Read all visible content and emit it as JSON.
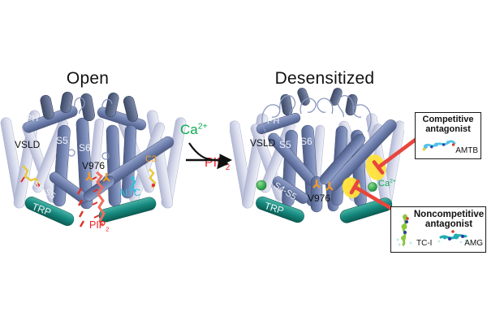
{
  "figure": {
    "states": {
      "open": "Open",
      "desensitized": "Desensitized"
    }
  },
  "reaction": {
    "substrate": {
      "base": "Ca",
      "sup": "2+"
    },
    "product": {
      "base": "PIP",
      "sub": "2"
    }
  },
  "open_structure": {
    "labels": {
      "ph": "PH",
      "vsld": "VSLD",
      "s5": "S5",
      "s6": "S6",
      "v976": "V976",
      "c3": "C3",
      "s4s5": "S4-S5",
      "aitc": "AITC",
      "trp": "TRP",
      "pip2": {
        "base": "PIP",
        "sub": "2"
      }
    }
  },
  "desensitized_structure": {
    "labels": {
      "ph": "PH",
      "vsld": "VSLD",
      "s5": "S5",
      "s6": "S6",
      "s4s5": "S4-S5",
      "v976": "V976",
      "trp": "TRP",
      "ca": {
        "base": "Ca",
        "sup": "2+"
      }
    }
  },
  "annotation_boxes": {
    "competitive": {
      "title_line1": "Competitive",
      "title_line2": "antagonist",
      "ligand": "AMTB"
    },
    "noncompetitive": {
      "title_line1": "Noncompetitive",
      "title_line2": "antagonist",
      "ligand_left": "TC-I",
      "ligand_right": "AMG"
    }
  },
  "colors": {
    "calcium_green": "#0CA94F",
    "pip2_red": "#EC2227",
    "c3_orange": "#F5A326",
    "aitc_cyan": "#35BEDB",
    "highlight_yellow": "#FFE13B",
    "inhibition_red": "#E8453C",
    "helix_slate": "#7081B0",
    "helix_pale": "#D5D8EA",
    "trp_teal": "#15877C",
    "text_black": "#111111",
    "text_white": "#F2F3F8"
  }
}
